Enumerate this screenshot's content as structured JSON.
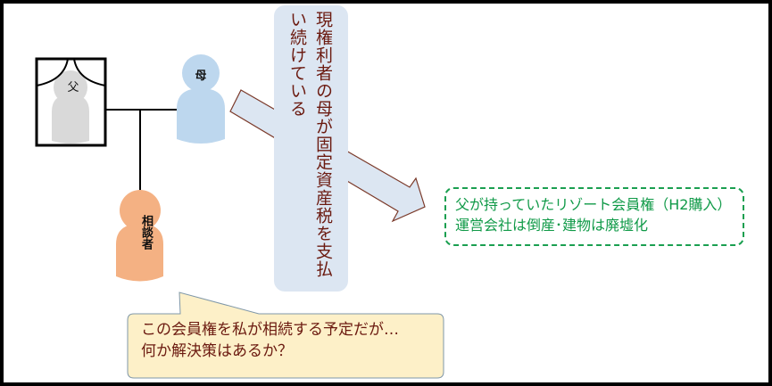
{
  "people": {
    "father": "父",
    "mother": "母",
    "consultant": "相談者"
  },
  "vertical_note": "現権利者の母が固定資産税を支払い続けている",
  "membership_box": {
    "line1": "父が持っていたリゾート会員権（H2購入）",
    "line2": "運営会社は倒産･建物は廃墟化"
  },
  "callout": {
    "line1": "この会員権を私が相続する予定だが…",
    "line2": "何か解決策はあるか？"
  },
  "colors": {
    "father": "#d9d9d9",
    "mother": "#bdd7ee",
    "consultant": "#f4b183",
    "panel": "#dce6f2",
    "green": "#1a9f50",
    "callout": "#fdf0c8"
  }
}
